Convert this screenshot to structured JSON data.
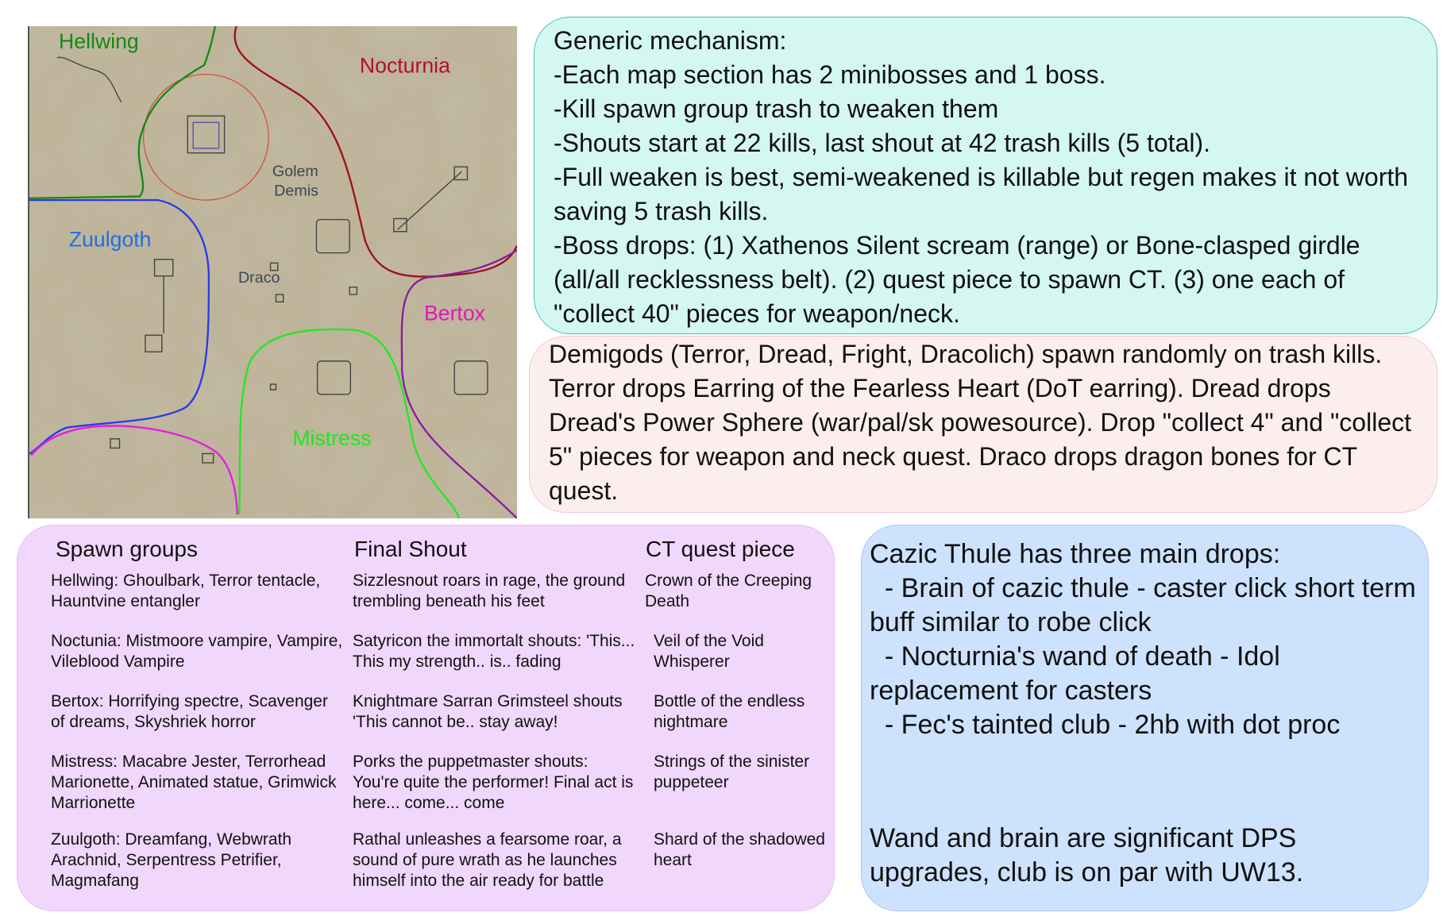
{
  "map": {
    "labels": {
      "hellwing": "Hellwing",
      "nocturnia": "Nocturnia",
      "zuulgoth": "Zuulgoth",
      "bertox": "Bertox",
      "mistress": "Mistress",
      "golem": "Golem",
      "demis": "Demis",
      "draco": "Draco"
    },
    "colors": {
      "hellwing": "#138a13",
      "nocturnia": "#b0102a",
      "zuulgoth": "#1f6fe0",
      "bertox": "#e019b8",
      "mistress": "#1ee81e"
    }
  },
  "generic": {
    "lines": [
      "Generic mechanism:",
      "-Each map section has 2 minibosses and 1 boss.",
      "-Kill spawn group trash to weaken them",
      "-Shouts start at 22 kills, last shout at 42 trash kills (5 total).",
      "-Full weaken is best, semi-weakened is killable but regen makes it not worth saving 5 trash kills.",
      "-Boss drops: (1) Xathenos Silent scream (range) or Bone-clasped girdle (all/all recklessness belt). (2) quest piece to spawn CT. (3) one each of \"collect 40\" pieces for weapon/neck."
    ]
  },
  "demigods": {
    "text": "Demigods (Terror, Dread, Fright, Dracolich) spawn randomly on trash kills. Terror drops Earring of the Fearless Heart (DoT earring). Dread drops Dread's Power Sphere (war/pal/sk  powesource). Drop \"collect 4\" and \"collect 5\" pieces for weapon and neck quest. Draco drops dragon bones for CT quest."
  },
  "table": {
    "headers": [
      "Spawn groups",
      "Final Shout",
      "CT quest piece"
    ],
    "rows": [
      [
        "Hellwing: Ghoulbark, Terror tentacle, Hauntvine entangler",
        "Sizzlesnout roars in rage, the ground trembling beneath his feet",
        "Crown of the Creeping Death"
      ],
      [
        "Noctunia: Mistmoore vampire, Vampire, Vileblood Vampire",
        "Satyricon the immortalt shouts: 'This... This my strength.. is.. fading",
        "Veil of the Void Whisperer"
      ],
      [
        "Bertox: Horrifying spectre, Scavenger of dreams, Skyshriek horror",
        "Knightmare Sarran Grimsteel shouts 'This cannot be.. stay away!",
        "Bottle of the endless nightmare"
      ],
      [
        "Mistress: Macabre Jester, Terrorhead Marionette, Animated statue, Grimwick Marrionette",
        "Porks the puppetmaster shouts: You're quite the performer! Final act is here... come... come",
        "Strings of the sinister puppeteer"
      ],
      [
        "Zuulgoth: Dreamfang, Webwrath Arachnid, Serpentress Petrifier, Magmafang",
        "Rathal unleashes a fearsome roar, a sound of pure wrath as he launches himself into the air ready for battle",
        "Shard of the shadowed heart"
      ]
    ]
  },
  "cazic": {
    "lines": [
      "Cazic Thule has three main drops:",
      "  - Brain of cazic thule - caster click short term buff similar to robe click",
      "  - Nocturnia's wand of death - Idol replacement for casters",
      "  - Fec's tainted club - 2hb with dot proc"
    ],
    "footer": "Wand and brain are significant DPS upgrades, club is on par with UW13."
  }
}
